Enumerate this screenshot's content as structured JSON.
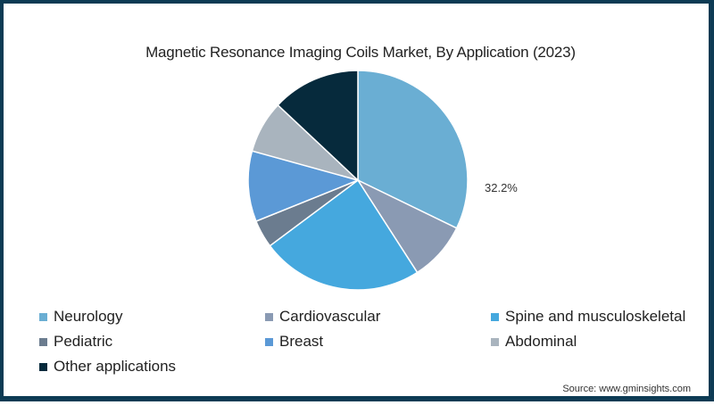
{
  "title": "Magnetic Resonance Imaging Coils Market, By Application (2023)",
  "source": "Source: www.gminsights.com",
  "label_neurology": "32.2%",
  "legend": [
    {
      "label": "Neurology",
      "color": "#6aaed3"
    },
    {
      "label": "Cardiovascular",
      "color": "#8a9ab3"
    },
    {
      "label": "Spine and musculoskeletal",
      "color": "#45a8de"
    },
    {
      "label": "Pediatric",
      "color": "#6b7c8f"
    },
    {
      "label": "Breast",
      "color": "#5b99d6"
    },
    {
      "label": "Abdominal",
      "color": "#a9b4be"
    },
    {
      "label": "Other applications",
      "color": "#062a3c"
    }
  ],
  "chart_data": {
    "type": "pie",
    "title": "Magnetic Resonance Imaging Coils Market, By Application (2023)",
    "categories": [
      "Neurology",
      "Cardiovascular",
      "Spine and musculoskeletal",
      "Pediatric",
      "Breast",
      "Abdominal",
      "Other applications"
    ],
    "values": [
      32.2,
      8.7,
      23.9,
      4.1,
      10.4,
      7.7,
      13.0
    ],
    "unit": "%",
    "data_labels": {
      "Neurology": "32.2%"
    },
    "colors": [
      "#6aaed3",
      "#8a9ab3",
      "#45a8de",
      "#6b7c8f",
      "#5b99d6",
      "#a9b4be",
      "#062a3c"
    ],
    "start_angle_deg": 0,
    "direction": "clockwise",
    "legend_position": "bottom",
    "source": "Source: www.gminsights.com"
  }
}
